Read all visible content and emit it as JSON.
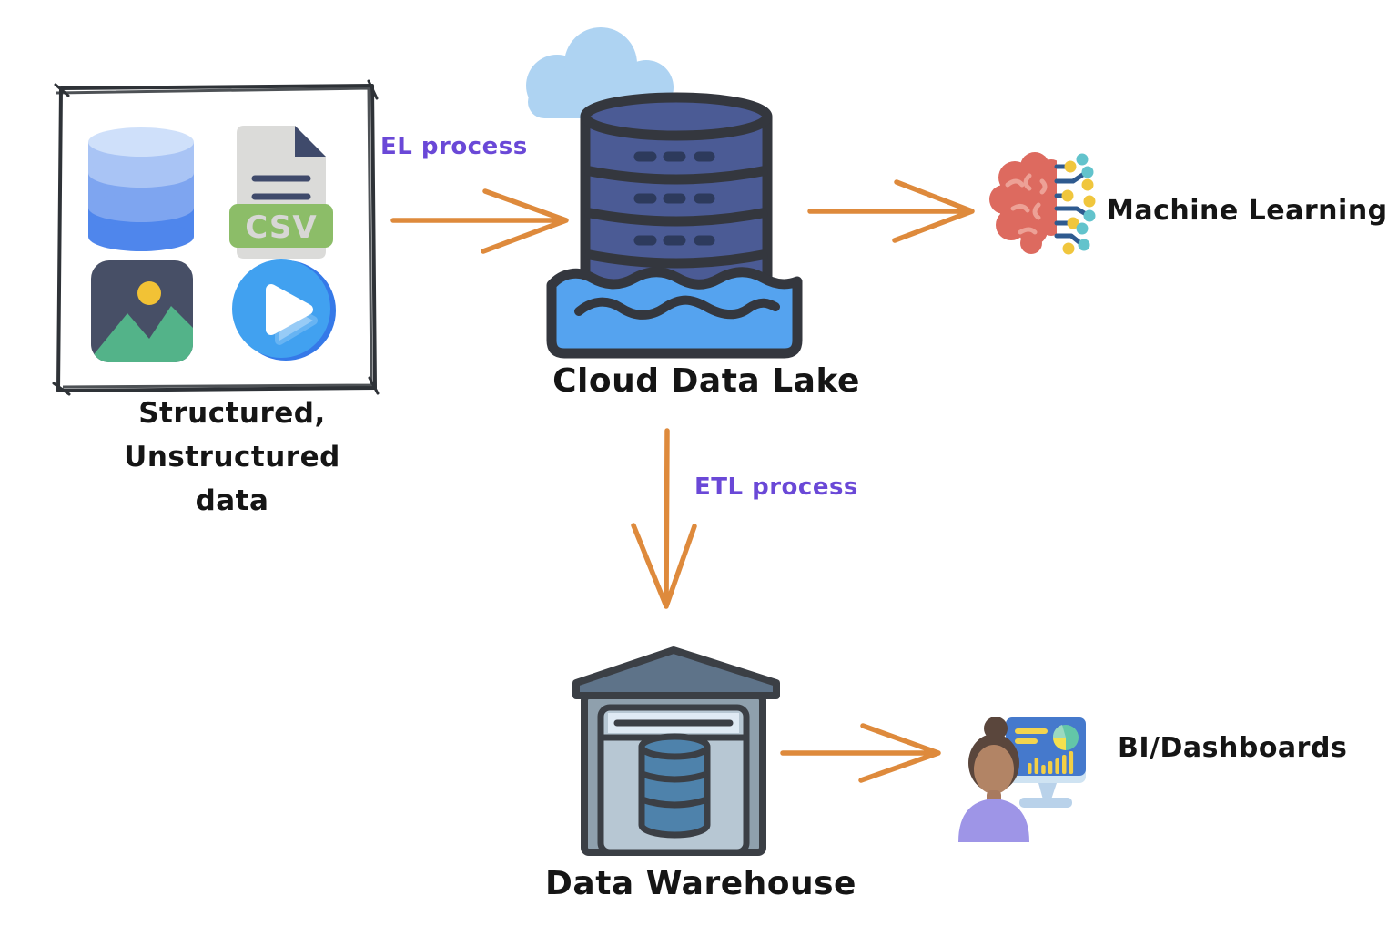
{
  "diagram": {
    "nodes": {
      "sources": {
        "label": "Structured,\nUnstructured\ndata",
        "icons": [
          "database-icon",
          "csv-file-icon",
          "image-icon",
          "video-play-icon"
        ],
        "csv_label": "CSV"
      },
      "data_lake": {
        "label": "Cloud Data Lake",
        "icon": "cloud-data-lake-icon"
      },
      "machine_learning": {
        "label": "Machine Learning",
        "icon": "brain-circuit-icon"
      },
      "data_warehouse": {
        "label": "Data Warehouse",
        "icon": "warehouse-icon"
      },
      "bi_dashboards": {
        "label": "BI/Dashboards",
        "icon": "analyst-monitor-icon"
      }
    },
    "edges": {
      "el_process": {
        "label": "EL process",
        "from": "sources",
        "to": "data_lake"
      },
      "lake_to_ml": {
        "from": "data_lake",
        "to": "machine_learning"
      },
      "etl_process": {
        "label": "ETL process",
        "from": "data_lake",
        "to": "data_warehouse"
      },
      "warehouse_to_bi": {
        "from": "data_warehouse",
        "to": "bi_dashboards"
      }
    },
    "colors": {
      "arrow_orange": "#DE8A3C",
      "process_purple": "#6A48D7",
      "label_black": "#151515",
      "lake_water_blue": "#55A3EF",
      "cylinder_navy": "#4B5B95",
      "cloud_blue": "#AED3F2",
      "outline_dark": "#34373E",
      "brain_red": "#DD6A5F",
      "csv_green": "#8CBD68"
    }
  }
}
